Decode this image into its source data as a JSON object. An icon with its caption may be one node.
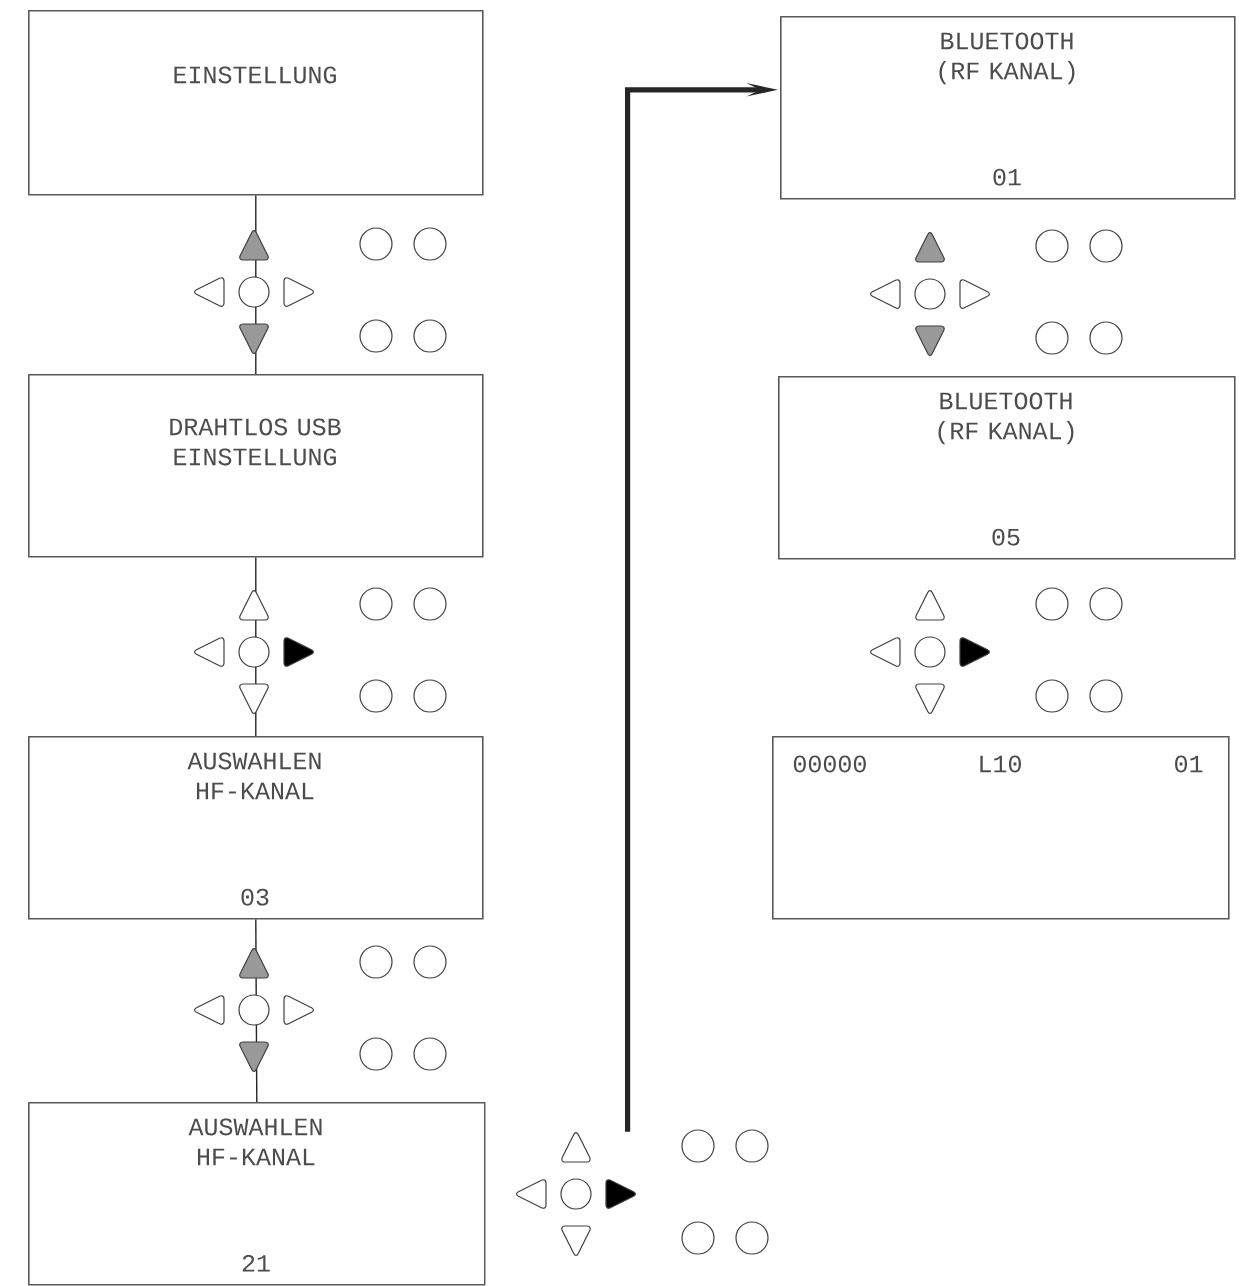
{
  "diagram": {
    "nodes": [
      {
        "text": [
          "EINSTELLUNG"
        ]
      },
      {
        "text": [
          "DRAHTLOS USB EINSTELLUNG"
        ]
      },
      {
        "text": [
          "AUSWAHLEN HF-KANAL",
          "03"
        ]
      },
      {
        "text": [
          "AUSWAHLEN HF-KANAL",
          "21"
        ]
      },
      {
        "text": [
          "BLUETOOTH (RF KANAL)",
          "01"
        ]
      },
      {
        "text": [
          "BLUETOOTH (RF KANAL)",
          "05"
        ]
      },
      {
        "text": [
          "00000",
          "L10",
          "01"
        ]
      }
    ],
    "edges": [
      {
        "from": 0,
        "to": 1,
        "arrow": "none"
      },
      {
        "from": 1,
        "to": 2,
        "arrow": "none"
      },
      {
        "from": 2,
        "to": 3,
        "arrow": "none"
      },
      {
        "from": 3,
        "to": 4,
        "arrow": "to",
        "style": "thick"
      }
    ]
  }
}
